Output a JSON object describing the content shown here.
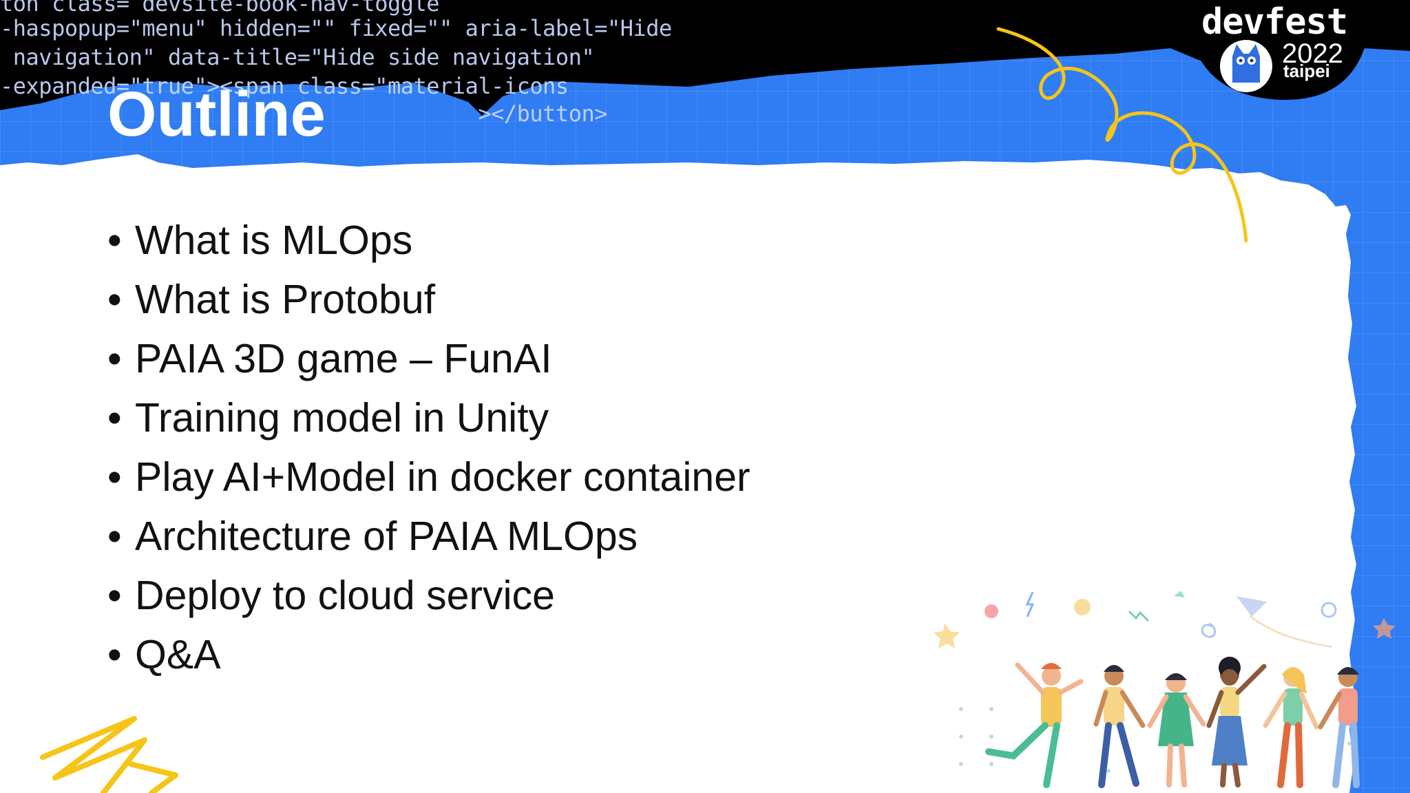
{
  "background_code_lines": [
    "ton class= devsite-book-nav-toggle",
    "-haspopup=\"menu\" hidden=\"\" fixed=\"\" aria-label=\"Hide",
    " navigation\" data-title=\"Hide side navigation\"",
    "-expanded=\"true\"><span class=\"material-icons",
    "                                     ></button>"
  ],
  "logo": {
    "word": "devfest",
    "year": "2022",
    "city": "taipei"
  },
  "slide": {
    "title": "Outline",
    "items": [
      "What is MLOps",
      "What is Protobuf",
      "PAIA 3D game – FunAI",
      "Training model in Unity",
      "Play AI+Model in docker container",
      "Architecture of PAIA MLOps",
      "Deploy to cloud service",
      "Q&A"
    ]
  },
  "colors": {
    "accent_blue": "#2f7cf3",
    "paper_white": "#ffffff",
    "squiggle_yellow": "#f5c518",
    "text_dark": "#111111"
  }
}
